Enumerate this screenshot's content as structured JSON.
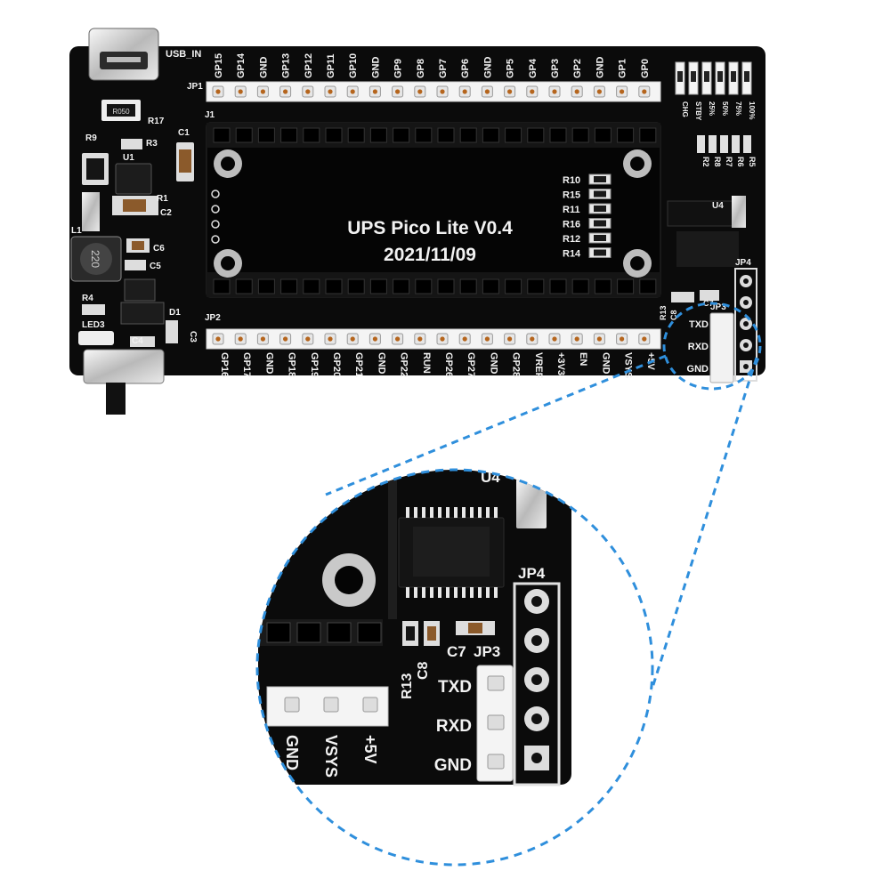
{
  "board": {
    "title": "UPS Pico Lite V0.4",
    "date": "2021/11/09",
    "usb_label": "USB_IN",
    "top_pins": [
      "GP15",
      "GP14",
      "GND",
      "GP13",
      "GP12",
      "GP11",
      "GP10",
      "GND",
      "GP9",
      "GP8",
      "GP7",
      "GP6",
      "GND",
      "GP5",
      "GP4",
      "GP3",
      "GP2",
      "GND",
      "GP1",
      "GP0"
    ],
    "bottom_pins": [
      "GP16",
      "GP17",
      "GND",
      "GP18",
      "GP19",
      "GP20",
      "GP21",
      "GND",
      "GP22",
      "RUN",
      "GP26",
      "GP27",
      "GND",
      "GP28",
      "VREF",
      "+3V3",
      "EN",
      "GND",
      "VSYS",
      "+5V"
    ],
    "header_labels": {
      "jp1": "JP1",
      "j1": "J1",
      "jp2": "JP2",
      "jp3": "JP3",
      "jp4": "JP4"
    },
    "left_components": [
      "R17",
      "R9",
      "R3",
      "U1",
      "C1",
      "R1",
      "C2",
      "L1",
      "C6",
      "C5",
      "R4",
      "D1",
      "LED3",
      "C3",
      "C4"
    ],
    "inductor_marking": "220",
    "shunt_marking": "R050",
    "resistor_column": [
      "R10",
      "R15",
      "R11",
      "R16",
      "R12",
      "R14"
    ],
    "led_status": [
      "CHG",
      "STBY",
      "25%",
      "50%",
      "75%",
      "100%"
    ],
    "led_resistors": [
      "R2",
      "R8",
      "R7",
      "R6",
      "R5"
    ],
    "u4_label": "U4",
    "small_parts": [
      "R13",
      "C8",
      "C7"
    ],
    "uart_pins": [
      "TXD",
      "RXD",
      "GND"
    ]
  },
  "zoom": {
    "u4_label": "U4",
    "jp4_label": "JP4",
    "jp3_label": "JP3",
    "parts": [
      "R13",
      "C8",
      "C7"
    ],
    "uart_pins": [
      "TXD",
      "RXD",
      "GND"
    ],
    "power_pins": [
      "GND",
      "VSYS",
      "+5V"
    ]
  },
  "colors": {
    "pcb": "#0b0b0b",
    "silkscreen": "#f2f2f2",
    "pin_header": "#f4f4f4",
    "callout": "#2f8fdc"
  }
}
